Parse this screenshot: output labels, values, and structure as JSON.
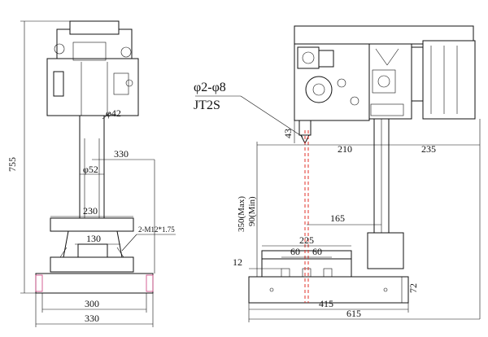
{
  "colors": {
    "center_line": "#e0302a",
    "end_cap": "#d0508a",
    "line": "#111111"
  },
  "front_view": {
    "labels": {
      "height_755": "755",
      "spindle_dia_42": "φ42",
      "reach_330": "330",
      "column_dia_52": "φ52",
      "table_width_230": "230",
      "table_slot_130": "130",
      "bolt_spec": "2-M12*1.75",
      "base_width_300": "300",
      "base_width_330": "330"
    }
  },
  "side_view": {
    "labels": {
      "chuck_range": "φ2-φ8",
      "taper": "JT2S",
      "spindle_43": "43",
      "reach_210": "210",
      "offset_235": "235",
      "stroke_max": "350(Max)",
      "stroke_min": "90(Min)",
      "column_165": "165",
      "slot_225": "225",
      "slot_60_a": "60",
      "slot_60_b": "60",
      "slot_12": "12",
      "base_height_72": "72",
      "base_length_415": "415",
      "overall_615": "615"
    }
  }
}
